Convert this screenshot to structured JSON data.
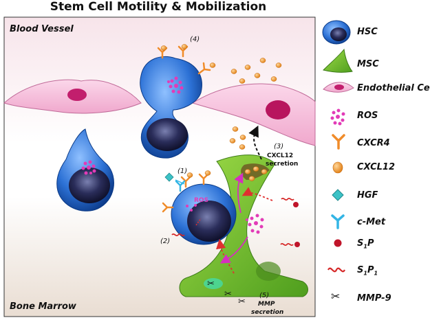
{
  "title": "Stem Cell Motility & Mobilization",
  "regions": {
    "top": "Blood Vessel",
    "bottom": "Bone Marrow"
  },
  "steps": {
    "s1": "(1)",
    "s2": "(2)",
    "s3": "(3)",
    "s3_text_a": "CXCL12",
    "s3_text_b": "secretion",
    "s4": "(4)",
    "s5": "(5)",
    "s5_text_a": "MMP",
    "s5_text_b": "secretion",
    "ros_high": "ROS"
  },
  "legend": [
    {
      "key": "hsc",
      "label": "HSC",
      "icon": "hsc-cell-icon"
    },
    {
      "key": "msc",
      "label": "MSC",
      "icon": "msc-cell-icon"
    },
    {
      "key": "endo",
      "label": "Endothelial Cell",
      "icon": "endothelial-cell-icon"
    },
    {
      "key": "ros",
      "label": "ROS",
      "icon": "ros-dots-icon"
    },
    {
      "key": "cxcr4",
      "label": "CXCR4",
      "icon": "cxcr4-receptor-icon"
    },
    {
      "key": "cxcl12",
      "label": "CXCL12",
      "icon": "cxcl12-ligand-icon"
    },
    {
      "key": "hgf",
      "label": "HGF",
      "icon": "hgf-diamond-icon"
    },
    {
      "key": "cmet",
      "label": "c-Met",
      "icon": "cmet-receptor-icon"
    },
    {
      "key": "s1p",
      "label": "S",
      "sub": "1",
      "tail": "P",
      "icon": "s1p-dot-icon"
    },
    {
      "key": "s1p1",
      "label": "S",
      "sub": "1",
      "tail": "P",
      "sub2": "1",
      "icon": "s1p1-receptor-icon"
    },
    {
      "key": "mmp9",
      "label": "MMP-9",
      "icon": "scissors-icon"
    }
  ],
  "colors": {
    "hsc": "#1f5fbf",
    "msc": "#6ab42f",
    "endothelial": "#f4b6d6",
    "ros": "#e23bb7",
    "cxcr4": "#f08c2a",
    "cxcl12": "#f0a030",
    "hgf": "#3cc2c6",
    "cmet": "#33b5e5",
    "s1p": "#c0152a",
    "s1p1": "#d62828"
  }
}
